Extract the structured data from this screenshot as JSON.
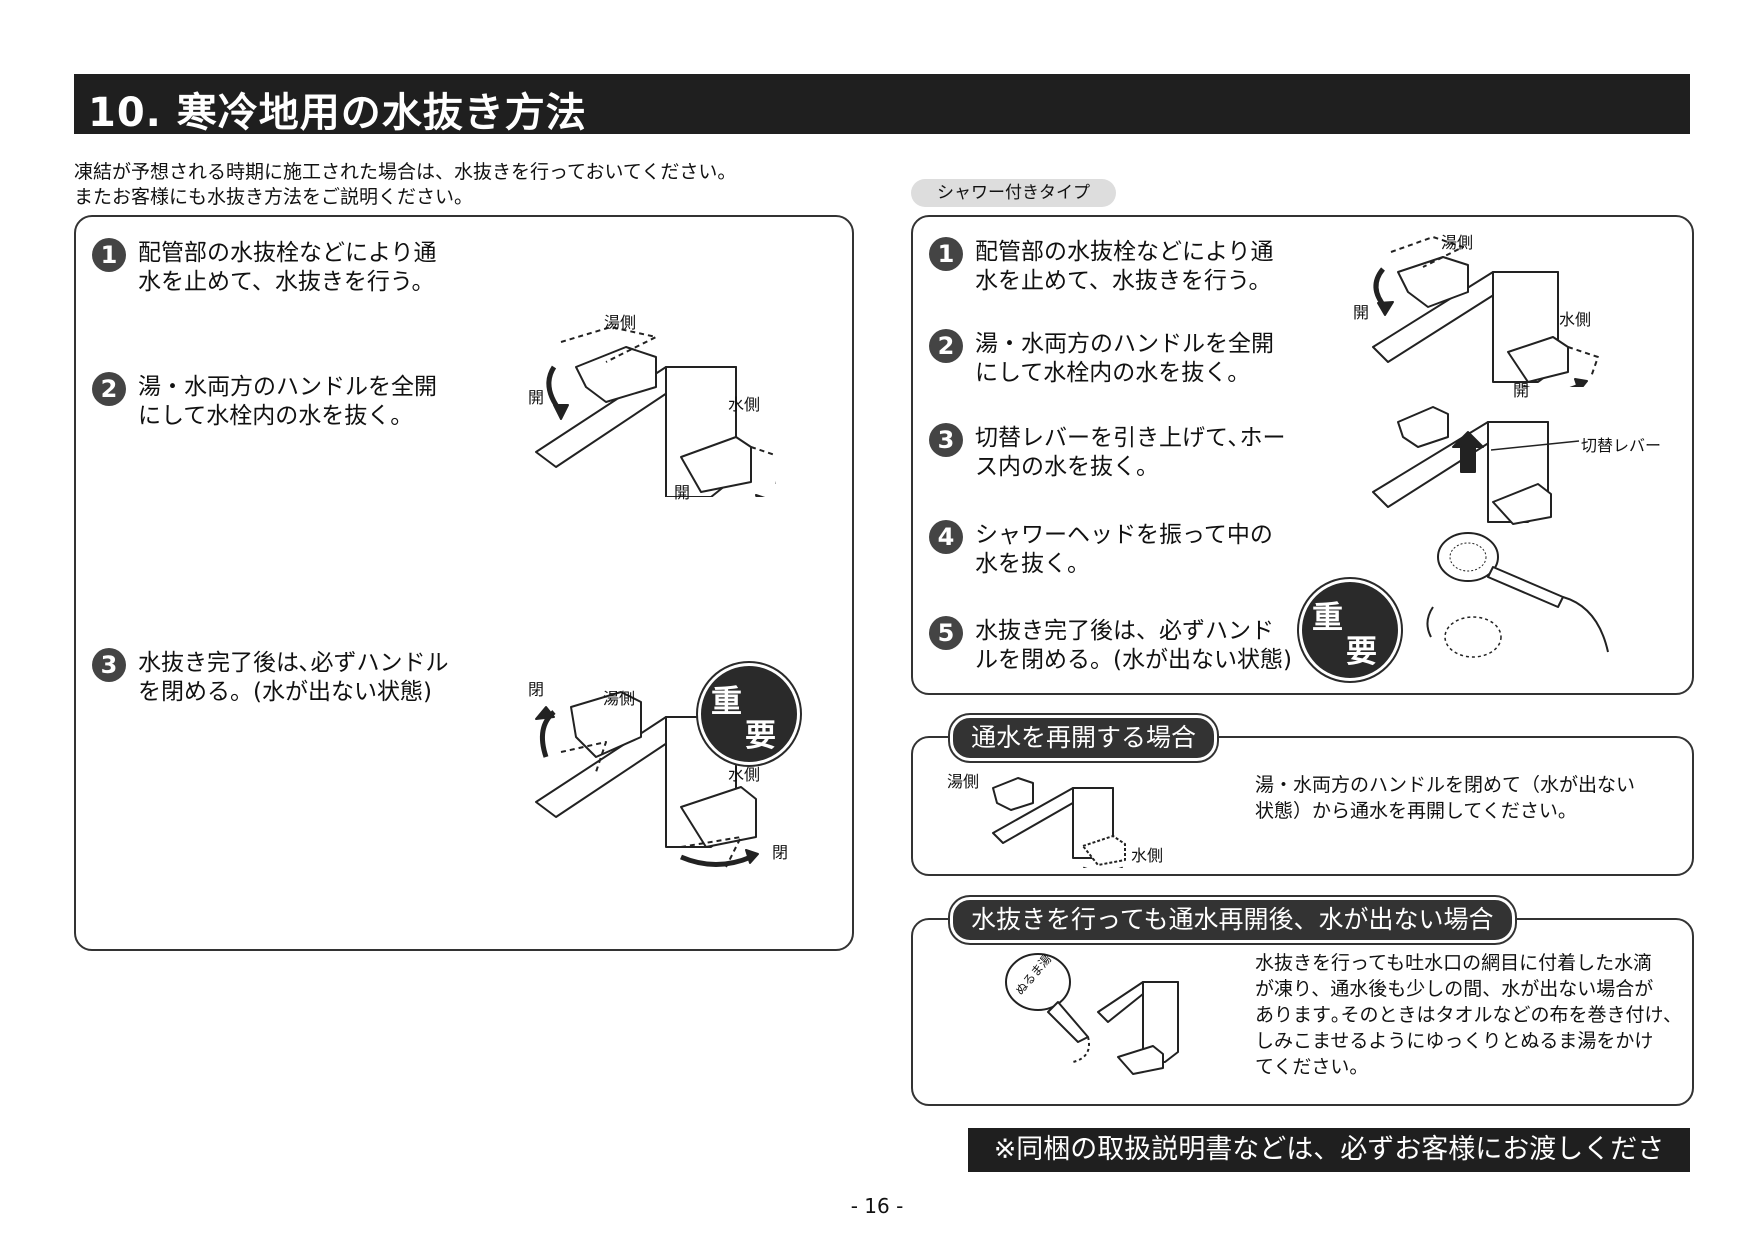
{
  "title": "10. 寒冷地用の水抜き方法",
  "intro": [
    "凍結が予想される時期に施工された場合は、水抜きを行っておいてください。",
    "またお客様にも水抜き方法をご説明ください。"
  ],
  "left_box": {
    "steps": [
      {
        "num": "1",
        "lines": [
          "配管部の水抜栓などにより通",
          "水を止めて、水抜きを行う。"
        ]
      },
      {
        "num": "2",
        "lines": [
          "湯・水両方のハンドルを全開",
          "にして水栓内の水を抜く。"
        ]
      },
      {
        "num": "3",
        "lines": [
          "水抜き完了後は､必ずハンドル",
          "を閉める。(水が出ない状態)"
        ]
      }
    ],
    "fig1": {
      "hot": "湯側",
      "cold": "水側",
      "open1": "開",
      "open2": "開"
    },
    "fig2": {
      "hot": "湯側",
      "cold": "水側",
      "close1": "閉",
      "close2": "閉"
    },
    "important": [
      "重",
      "要"
    ]
  },
  "right_box": {
    "tag": "シャワー付きタイプ",
    "steps": [
      {
        "num": "1",
        "lines": [
          "配管部の水抜栓などにより通",
          "水を止めて、水抜きを行う。"
        ]
      },
      {
        "num": "2",
        "lines": [
          "湯・水両方のハンドルを全開",
          "にして水栓内の水を抜く。"
        ]
      },
      {
        "num": "3",
        "lines": [
          "切替レバーを引き上げて､ホー",
          "ス内の水を抜く。"
        ]
      },
      {
        "num": "4",
        "lines": [
          "シャワーヘッドを振って中の",
          "水を抜く。"
        ]
      },
      {
        "num": "5",
        "lines": [
          "水抜き完了後は、必ずハンド",
          "ルを閉める。(水が出ない状態)"
        ]
      }
    ],
    "fig1": {
      "hot": "湯側",
      "cold": "水側",
      "open1": "開",
      "open2": "開"
    },
    "fig2": {
      "lever": "切替レバー"
    },
    "important": [
      "重",
      "要"
    ]
  },
  "resume": {
    "heading": "通水を再開する場合",
    "hot": "湯側",
    "cold": "水側",
    "lines": [
      "湯・水両方のハンドルを閉めて（水が出ない",
      "状態）から通水を再開してください。"
    ]
  },
  "no_water": {
    "heading": "水抜きを行っても通水再開後、水が出ない場合",
    "kettle_label": "ぬるま湯",
    "lines": [
      "水抜きを行っても吐水口の網目に付着した水滴",
      "が凍り、通水後も少しの間、水が出ない場合が",
      "あります｡そのときはタオルなどの布を巻き付け､",
      "しみこませるようにゆっくりとぬるま湯をかけ",
      "てください。"
    ]
  },
  "notice": "※同梱の取扱説明書などは、必ずお客様にお渡しください。",
  "page_number": "- 16 -"
}
